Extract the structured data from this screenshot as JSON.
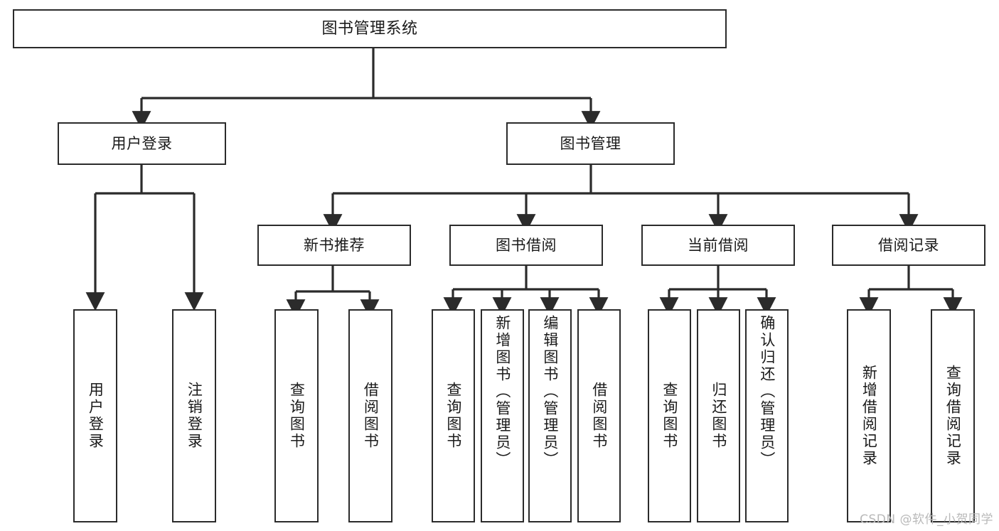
{
  "diagram": {
    "title": "图书管理系统",
    "type": "function-structure-tree",
    "colors": {
      "stroke": "#2b2b2b",
      "fill": "#ffffff",
      "text": "#1a1a1a",
      "watermark": "#b9b9b9"
    },
    "root": {
      "label": "图书管理系统"
    },
    "level2": [
      {
        "label": "用户登录"
      },
      {
        "label": "图书管理"
      }
    ],
    "level3": [
      {
        "label": "新书推荐"
      },
      {
        "label": "图书借阅"
      },
      {
        "label": "当前借阅"
      },
      {
        "label": "借阅记录"
      }
    ],
    "leaves": {
      "user_login": [
        {
          "label": "用户登录"
        },
        {
          "label": "注销登录"
        }
      ],
      "new_book": [
        {
          "label": "查询图书"
        },
        {
          "label": "借阅图书"
        }
      ],
      "book_borrow": [
        {
          "label": "查询图书"
        },
        {
          "label": "新增图书（管理员）"
        },
        {
          "label": "编辑图书（管理员）"
        },
        {
          "label": "借阅图书"
        }
      ],
      "current_borrow": [
        {
          "label": "查询图书"
        },
        {
          "label": "归还图书"
        },
        {
          "label": "确认归还（管理员）"
        }
      ],
      "borrow_record": [
        {
          "label": "新增借阅记录"
        },
        {
          "label": "查询借阅记录"
        }
      ]
    }
  },
  "watermark": {
    "text": "CSDN @软件_小贺同学"
  }
}
